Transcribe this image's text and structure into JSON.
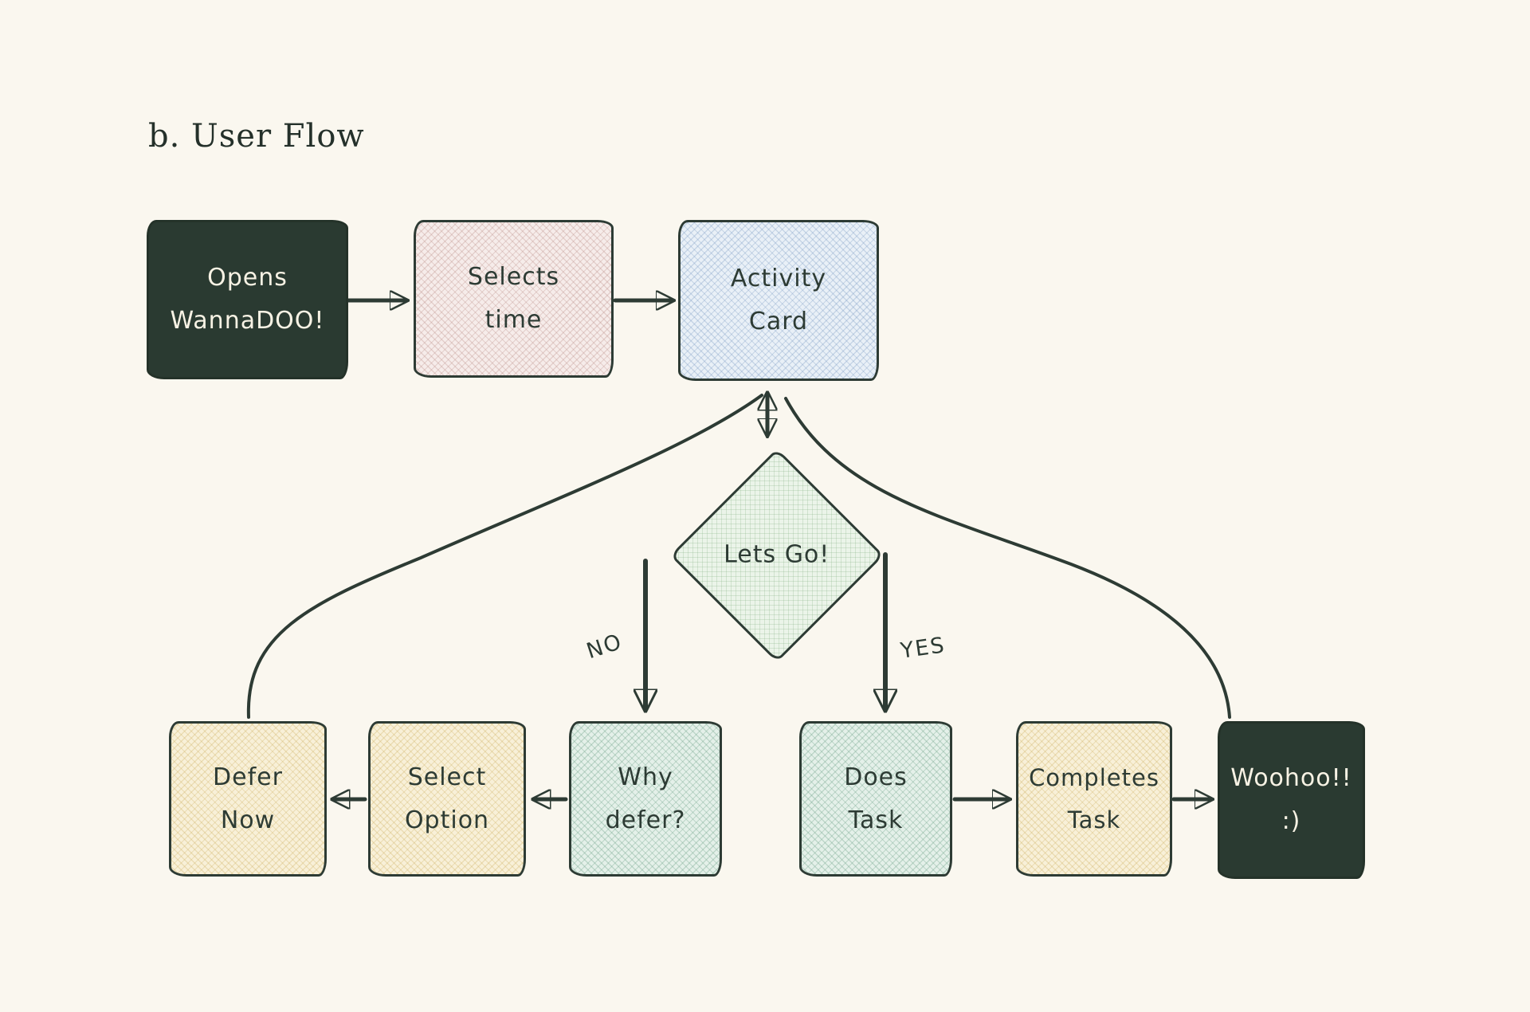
{
  "title": "b. User Flow",
  "colors": {
    "background": "#FAF7EF",
    "ink": "#2D3B34",
    "dark_box_bg": "#2A3A31",
    "dark_box_text": "#F7F2E4",
    "pink_box_bg": "#F6ECEA",
    "blue_box_bg": "#E9F0F7",
    "cream_box_bg": "#F8F0D8",
    "teal_box_bg": "#E4F0E9",
    "diamond_bg": "#EBF4E9"
  },
  "nodes": {
    "opens": {
      "line1": "Opens",
      "line2": "WannaDOO!"
    },
    "selects_time": {
      "line1": "Selects",
      "line2": "time"
    },
    "activity_card": {
      "line1": "Activity",
      "line2": "Card"
    },
    "lets_go": {
      "line1": "Lets Go!"
    },
    "why_defer": {
      "line1": "Why",
      "line2": "defer?"
    },
    "does_task": {
      "line1": "Does",
      "line2": "Task"
    },
    "select_option": {
      "line1": "Select",
      "line2": "Option"
    },
    "defer_now": {
      "line1": "Defer",
      "line2": "Now"
    },
    "completes_task": {
      "line1": "Completes",
      "line2": "Task"
    },
    "woohoo": {
      "line1": "Woohoo!!",
      "line2": ":)"
    }
  },
  "edge_labels": {
    "no": "NO",
    "yes": "YES"
  }
}
